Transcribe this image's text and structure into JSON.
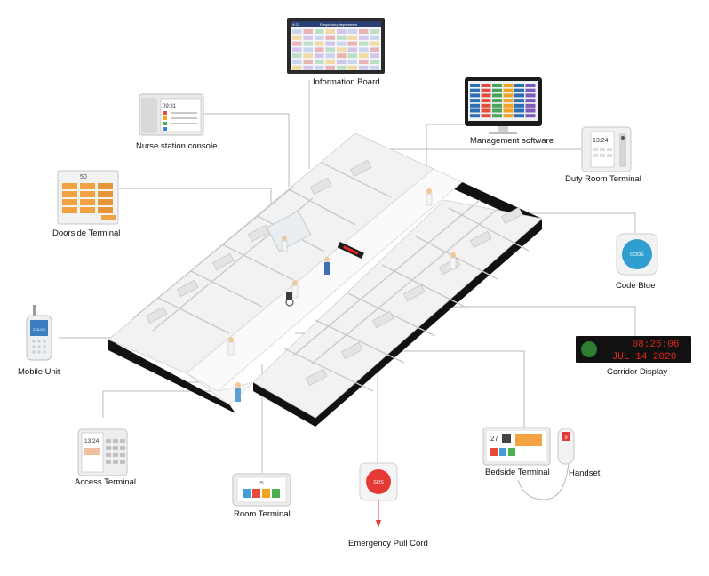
{
  "labels": {
    "information_board": "Information Board",
    "management_software": "Management software",
    "nurse_station_console": "Nurse station console",
    "duty_room_terminal": "Duty Room Terminal",
    "doorside_terminal": "Doorside Terminal",
    "code_blue": "Code Blue",
    "mobile_unit": "Mobile Unit",
    "corridor_display": "Corridor Display",
    "access_terminal": "Access Terminal",
    "room_terminal": "Room Terminal",
    "emergency_pull_cord": "Emergency Pull Cord",
    "bedside_terminal": "Bedside Terminal",
    "handset": "Handset"
  },
  "device_text": {
    "board_header": "Respiratory department",
    "board_time": "9:23",
    "console_time": "09:31",
    "doorside_room": "50",
    "duty_time": "13:24",
    "code_button": "CODE",
    "corridor_time": "08:26:06",
    "corridor_date": "JUL 14 2020",
    "access_time": "13:24",
    "room_number": "05",
    "sos_button": "SOS",
    "bedside_bed": "27",
    "handset_key": "9",
    "mobile_logo": "COLOS"
  },
  "colors": {
    "connector": "#b8b8b8",
    "led_red": "#e0271b",
    "code_blue": "#2f9fd0",
    "sos_red": "#e53935",
    "floor_wall": "#efefef",
    "floor_dark": "#1a1a1a"
  }
}
